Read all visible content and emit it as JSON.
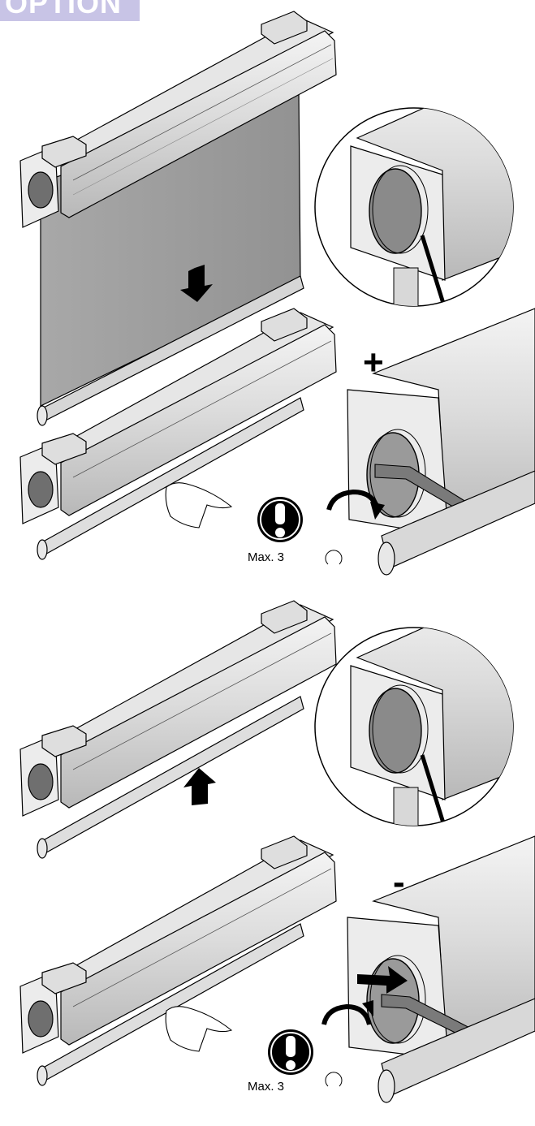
{
  "header": {
    "text": "OPTION",
    "color": "#c8c4e6"
  },
  "signs": {
    "plus": "+",
    "minus": "-"
  },
  "warnings": [
    {
      "label": "Max. 3",
      "icon": "exclamation-icon",
      "direction": "clockwise"
    },
    {
      "label": "Max. 3",
      "icon": "exclamation-icon",
      "direction": "counterclockwise"
    }
  ],
  "colors": {
    "fabric": "#9c9c9c",
    "cassette": "#e2e2e2",
    "end_cap": "#6e6e6e",
    "header_bg": "#c8c4e6"
  }
}
